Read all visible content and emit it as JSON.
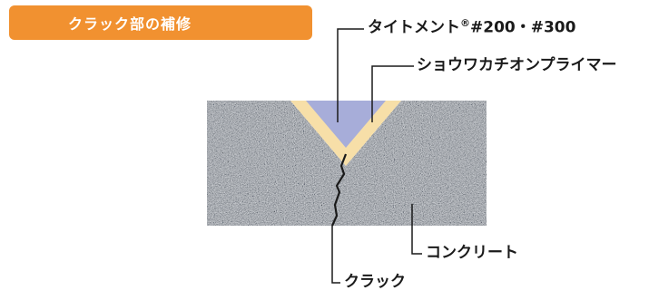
{
  "title": "クラック部の補修",
  "labels": {
    "sealant_prefix": "タイトメント",
    "sealant_mark": "®",
    "sealant_suffix": "#200・#300",
    "primer": "ショウワカチオンプライマー",
    "concrete": "コンクリート",
    "crack": "クラック"
  },
  "colors": {
    "badge": "#f19130",
    "sealant_fill": "#a7add9",
    "primer_fill": "#f7dfa8",
    "concrete_base": "#7b7f84",
    "leader_line": "#1a1a1a"
  }
}
